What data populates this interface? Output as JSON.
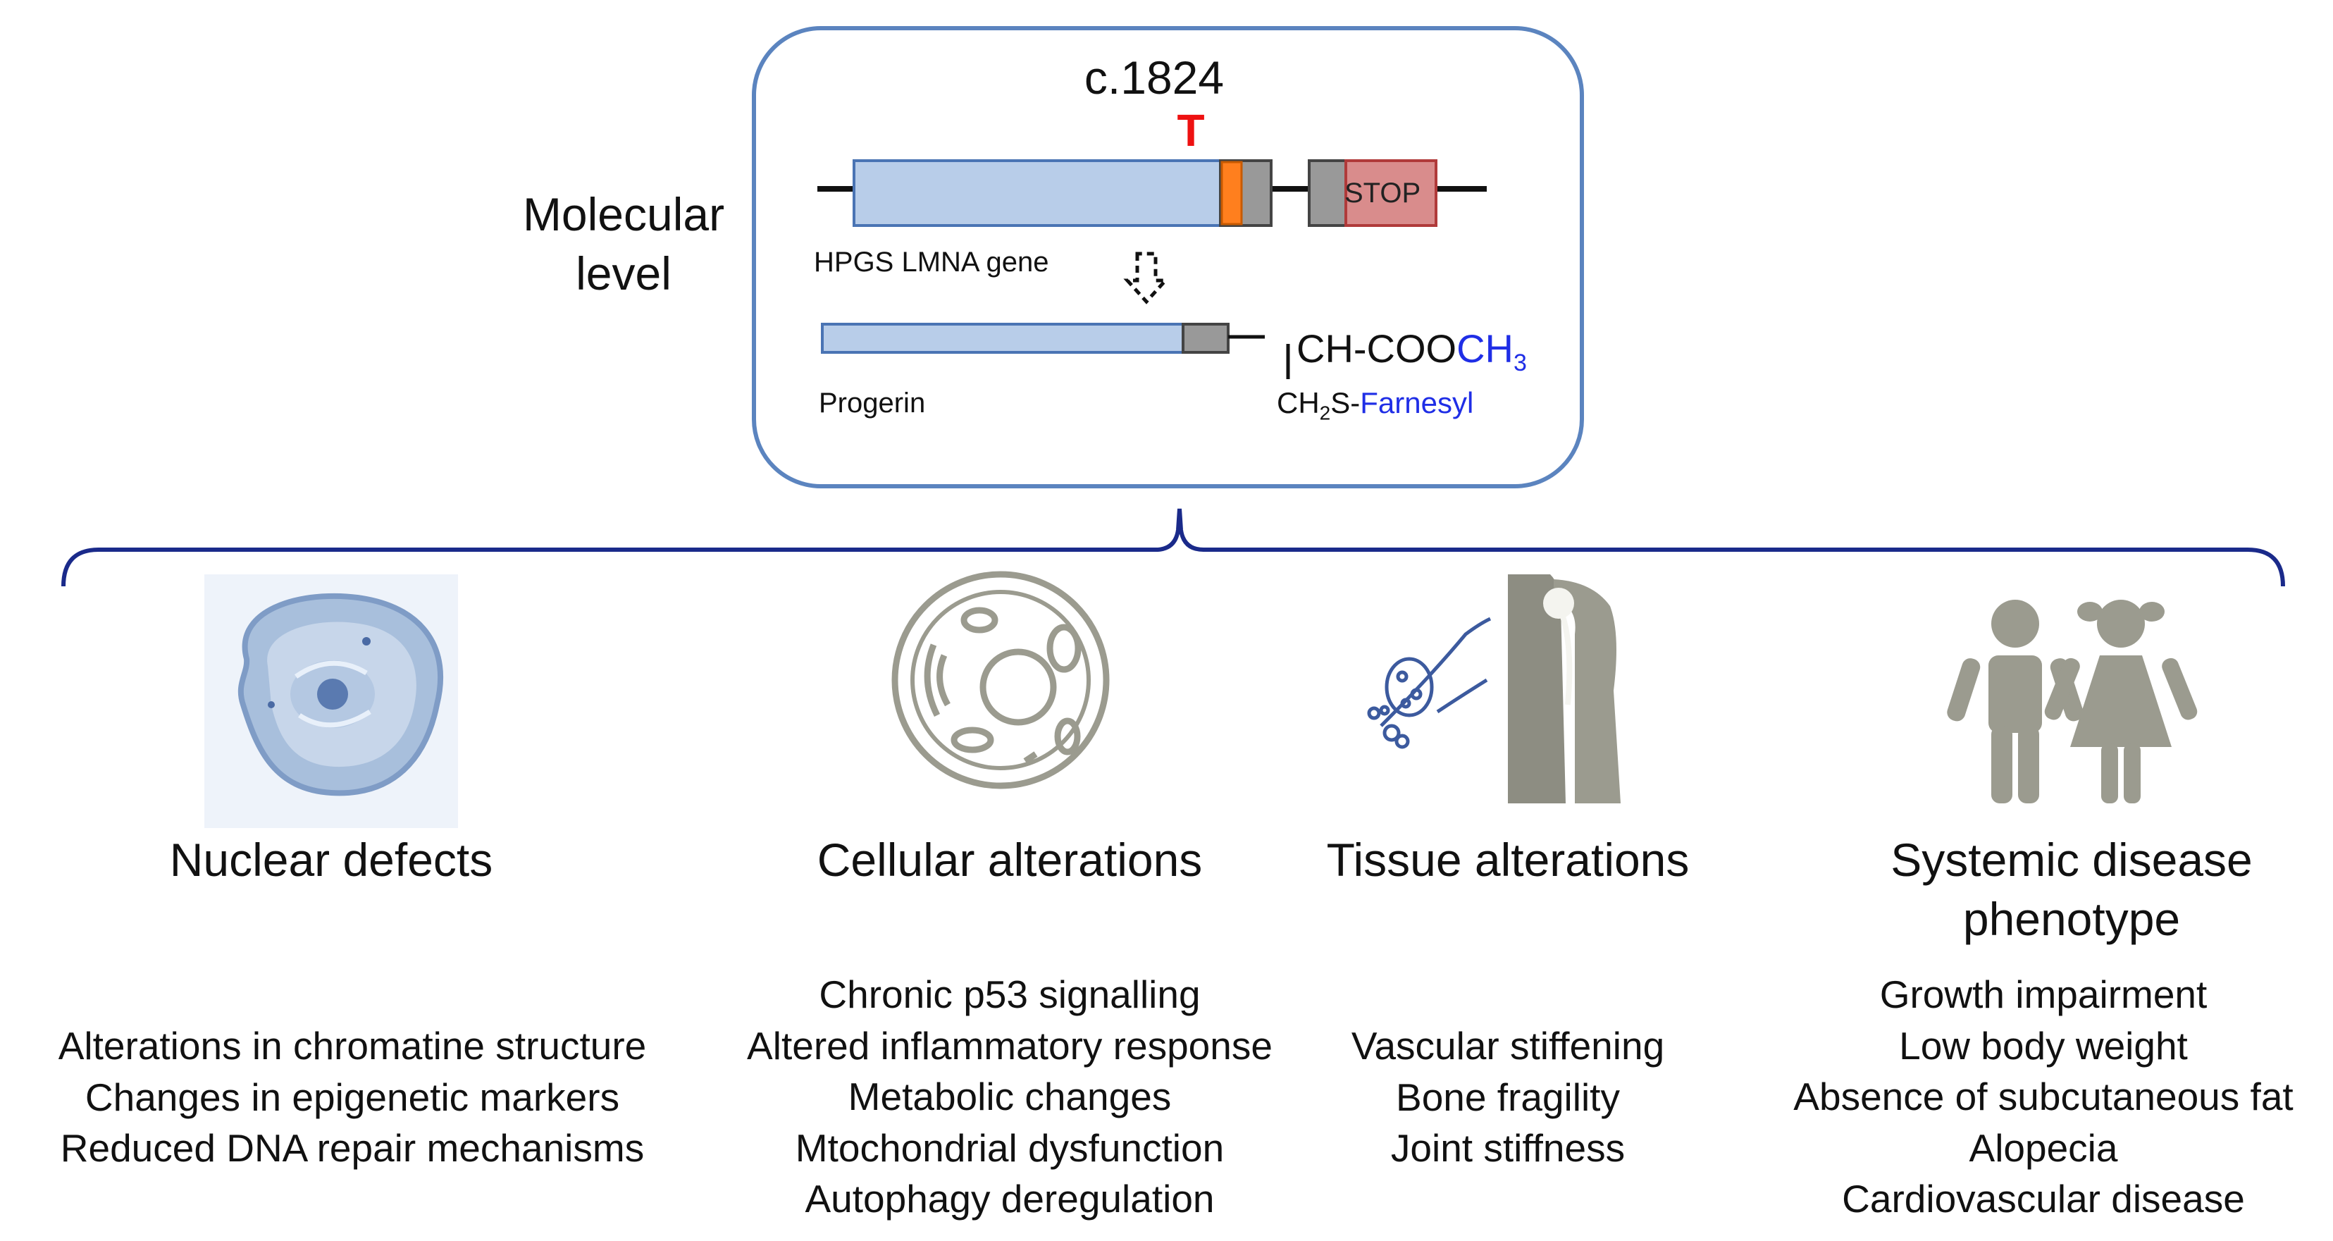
{
  "molecular": {
    "label_line1": "Molecular",
    "label_line2": "level",
    "mutation_position": "c.1824",
    "mutation_base": "T",
    "stop_label": "STOP",
    "gene_label": "HPGS LMNA gene",
    "protein_label": "Progerin",
    "formula_top_prefix": "CH-COO",
    "formula_top_methyl": "CH",
    "formula_top_subscript": "3",
    "formula_bottom_prefix": "CH",
    "formula_bottom_subscript": "2",
    "formula_bottom_mid": "S-",
    "formula_bottom_farnesyl": "Farnesyl"
  },
  "columns": [
    {
      "icon": "nucleus-cell-icon",
      "title": "Nuclear defects",
      "items": [
        "Alterations in chromatine structure",
        "Changes in epigenetic markers",
        "Reduced DNA repair mechanisms"
      ]
    },
    {
      "icon": "cell-organelles-icon",
      "title": "Cellular alterations",
      "items": [
        "Chronic p53 signalling",
        "Altered inflammatory response",
        "Metabolic changes",
        "Mtochondrial dysfunction",
        "Autophagy deregulation"
      ]
    },
    {
      "icon": "tissue-bone-vessel-icon",
      "title": "Tissue alterations",
      "items": [
        "Vascular stiffening",
        "Bone fragility",
        "Joint stiffness"
      ]
    },
    {
      "icon": "children-figures-icon",
      "title_line1": "Systemic disease",
      "title_line2": "phenotype",
      "items": [
        "Growth impairment",
        "Low body weight",
        "Absence of subcutaneous fat",
        "Alopecia",
        "Cardiovascular disease"
      ]
    }
  ],
  "colors": {
    "box_border": "#5b84bf",
    "gene_fill": "#b8cde9",
    "gene_stroke": "#4a74b4",
    "exon_gray": "#999999",
    "mutation_orange": "#ff7f1e",
    "stop_fill": "#d98c8c",
    "stop_stroke": "#b03a3a",
    "mutation_red": "#ee1111",
    "brace_navy": "#1a2a8a",
    "farnesyl_blue": "#1f2ee6",
    "icon_gray": "#9b9b8f"
  }
}
